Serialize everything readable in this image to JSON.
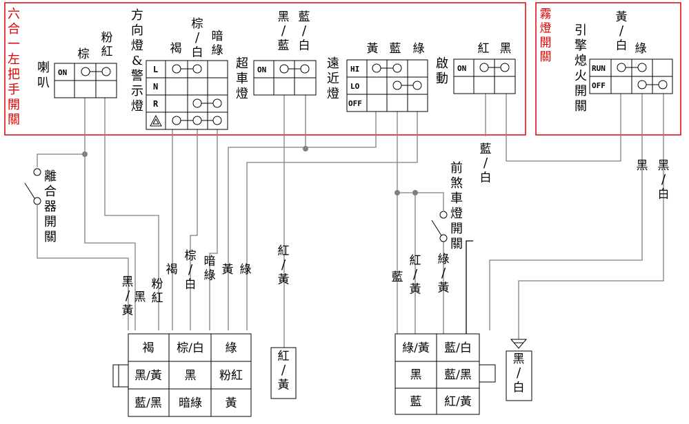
{
  "colors": {
    "frame": "#e00000",
    "wire": "#7f7f7f",
    "line": "#000000",
    "joint": "#7f7f7f",
    "red_label": "#e00000"
  },
  "icons": {
    "switch_contact": "switch-contact-icon",
    "hazard": "hazard-triangle-icon",
    "wire_junction": "wire-junction-icon",
    "ground": "ground-terminal-icon"
  },
  "switch_panel_left": {
    "title": "六合一左把手開關",
    "horn": {
      "label": "喇叭",
      "wires": [
        "棕",
        "粉紅"
      ],
      "states": [
        "ON"
      ]
    },
    "turn_signal": {
      "label": "方向燈&警示燈",
      "wires": [
        "褐",
        "棕/白",
        "暗綠"
      ],
      "states": [
        "L",
        "N",
        "R",
        "△"
      ]
    },
    "passing": {
      "label": "超車燈",
      "wires": [
        "黑/藍",
        "藍/白"
      ],
      "states": [
        "ON"
      ]
    },
    "hi_lo": {
      "label": "遠近燈",
      "wires": [
        "黃",
        "藍",
        "綠"
      ],
      "states": [
        "HI",
        "LO",
        "OFF"
      ]
    },
    "start": {
      "label": "啟動",
      "wires": [
        "紅",
        "黑"
      ],
      "states": [
        "ON"
      ]
    }
  },
  "switch_panel_right": {
    "title": "霧燈開關",
    "kill": {
      "label": "引擎熄火開關",
      "wires": [
        "黃/白",
        "綠"
      ],
      "states": [
        "RUN",
        "OFF"
      ]
    }
  },
  "clutch_switch": {
    "label": "離合器開關"
  },
  "front_brake_switch": {
    "label": "前煞車燈開關"
  },
  "wire_labels": {
    "left_bundle": [
      "黑/黃",
      "黑",
      "粉紅",
      "褐",
      "棕/白",
      "暗綠",
      "黃",
      "綠"
    ],
    "mid_single": "紅/黃",
    "right_bundle": [
      "藍",
      "紅/黃",
      "綠/黃"
    ],
    "start_wire": "藍/白",
    "kill_wires": [
      "黑",
      "黑/白"
    ]
  },
  "connector_left": {
    "cells": [
      [
        "褐",
        "棕/白",
        "綠"
      ],
      [
        "黑/黃",
        "黑",
        "粉紅"
      ],
      [
        "藍/黑",
        "暗綠",
        "黃"
      ]
    ]
  },
  "connector_mid": {
    "cells": [
      "紅/黃"
    ]
  },
  "connector_right": {
    "cells": [
      [
        "綠/黃",
        "藍/白"
      ],
      [
        "黑",
        "藍/黑"
      ],
      [
        "藍",
        "紅/黃"
      ]
    ]
  },
  "connector_ground": {
    "cells": [
      "黑/白"
    ]
  }
}
